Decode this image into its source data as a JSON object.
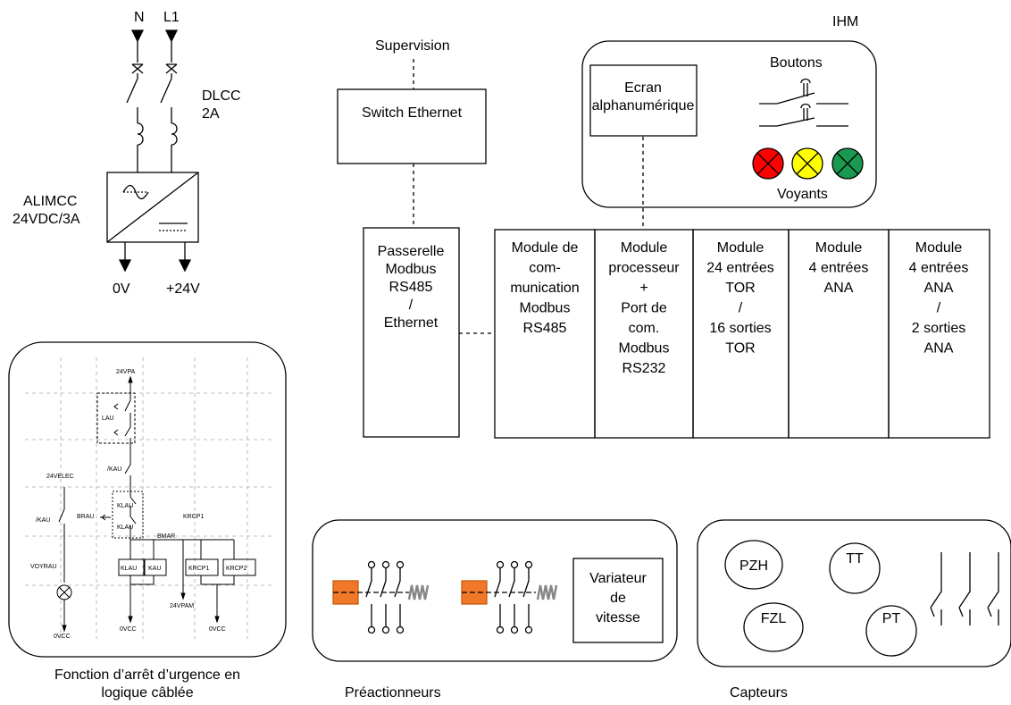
{
  "power": {
    "n_label": "N",
    "l1_label": "L1",
    "breaker_label_1": "DLCC",
    "breaker_label_2": "2A",
    "psu_label_1": "ALIMCC",
    "psu_label_2": "24VDC/3A",
    "out_0v": "0V",
    "out_24v": "+24V"
  },
  "network": {
    "supervision_label": "Supervision",
    "switch_label": "Switch Ethernet"
  },
  "ihm": {
    "title": "IHM",
    "screen_line1": "Ecran",
    "screen_line2": "alphanumérique",
    "buttons_label": "Boutons",
    "lights_label": "Voyants",
    "light_colors": [
      "#ff0000",
      "#ffff00",
      "#1a9a50"
    ]
  },
  "gateway": {
    "lines": [
      "Passerelle",
      "Modbus",
      "RS485",
      "/",
      "Ethernet"
    ]
  },
  "modules": [
    {
      "lines": [
        "Module de",
        "com-",
        "munication",
        "Modbus",
        "RS485"
      ]
    },
    {
      "lines": [
        "Module",
        "processeur",
        "+",
        "Port de",
        "com.",
        "Modbus",
        "RS232"
      ]
    },
    {
      "lines": [
        "Module",
        "24 entrées",
        "TOR",
        "/",
        "16 sorties",
        "TOR"
      ]
    },
    {
      "lines": [
        "Module",
        "4 entrées",
        "ANA"
      ]
    },
    {
      "lines": [
        "Module",
        "4 entrées",
        "ANA",
        "/",
        "2 sorties",
        "ANA"
      ]
    }
  ],
  "estop": {
    "caption_line1": "Fonction d’arrêt d’urgence en",
    "caption_line2": "logique câblée",
    "labels": {
      "v24pa": "24VPA",
      "lau": "LAU",
      "kau_contact": "/KAU",
      "v24elec": "24VELEC",
      "kau_left": "/KAU",
      "brau": "BRAU",
      "klau_a": "KLAU",
      "klau_b": "KLAU",
      "krcp1_top": "KRCP1",
      "bmar": "BMAR",
      "voyrau": "VOYRAU",
      "coil_klau": "KLAU",
      "coil_kau": "KAU",
      "coil_krcp1": "KRCP1",
      "coil_krcp2": "KRCP2",
      "v24pam": "24VPAM",
      "ovcc_1": "0VCC",
      "ovcc_2": "0VCC",
      "ovcc_3": "0VCC"
    }
  },
  "preactionneurs": {
    "label": "Préactionneurs",
    "variator_lines": [
      "Variateur",
      "de",
      "vitesse"
    ]
  },
  "capteurs": {
    "label": "Capteurs",
    "sensors": [
      "PZH",
      "TT",
      "FZL",
      "PT"
    ]
  }
}
